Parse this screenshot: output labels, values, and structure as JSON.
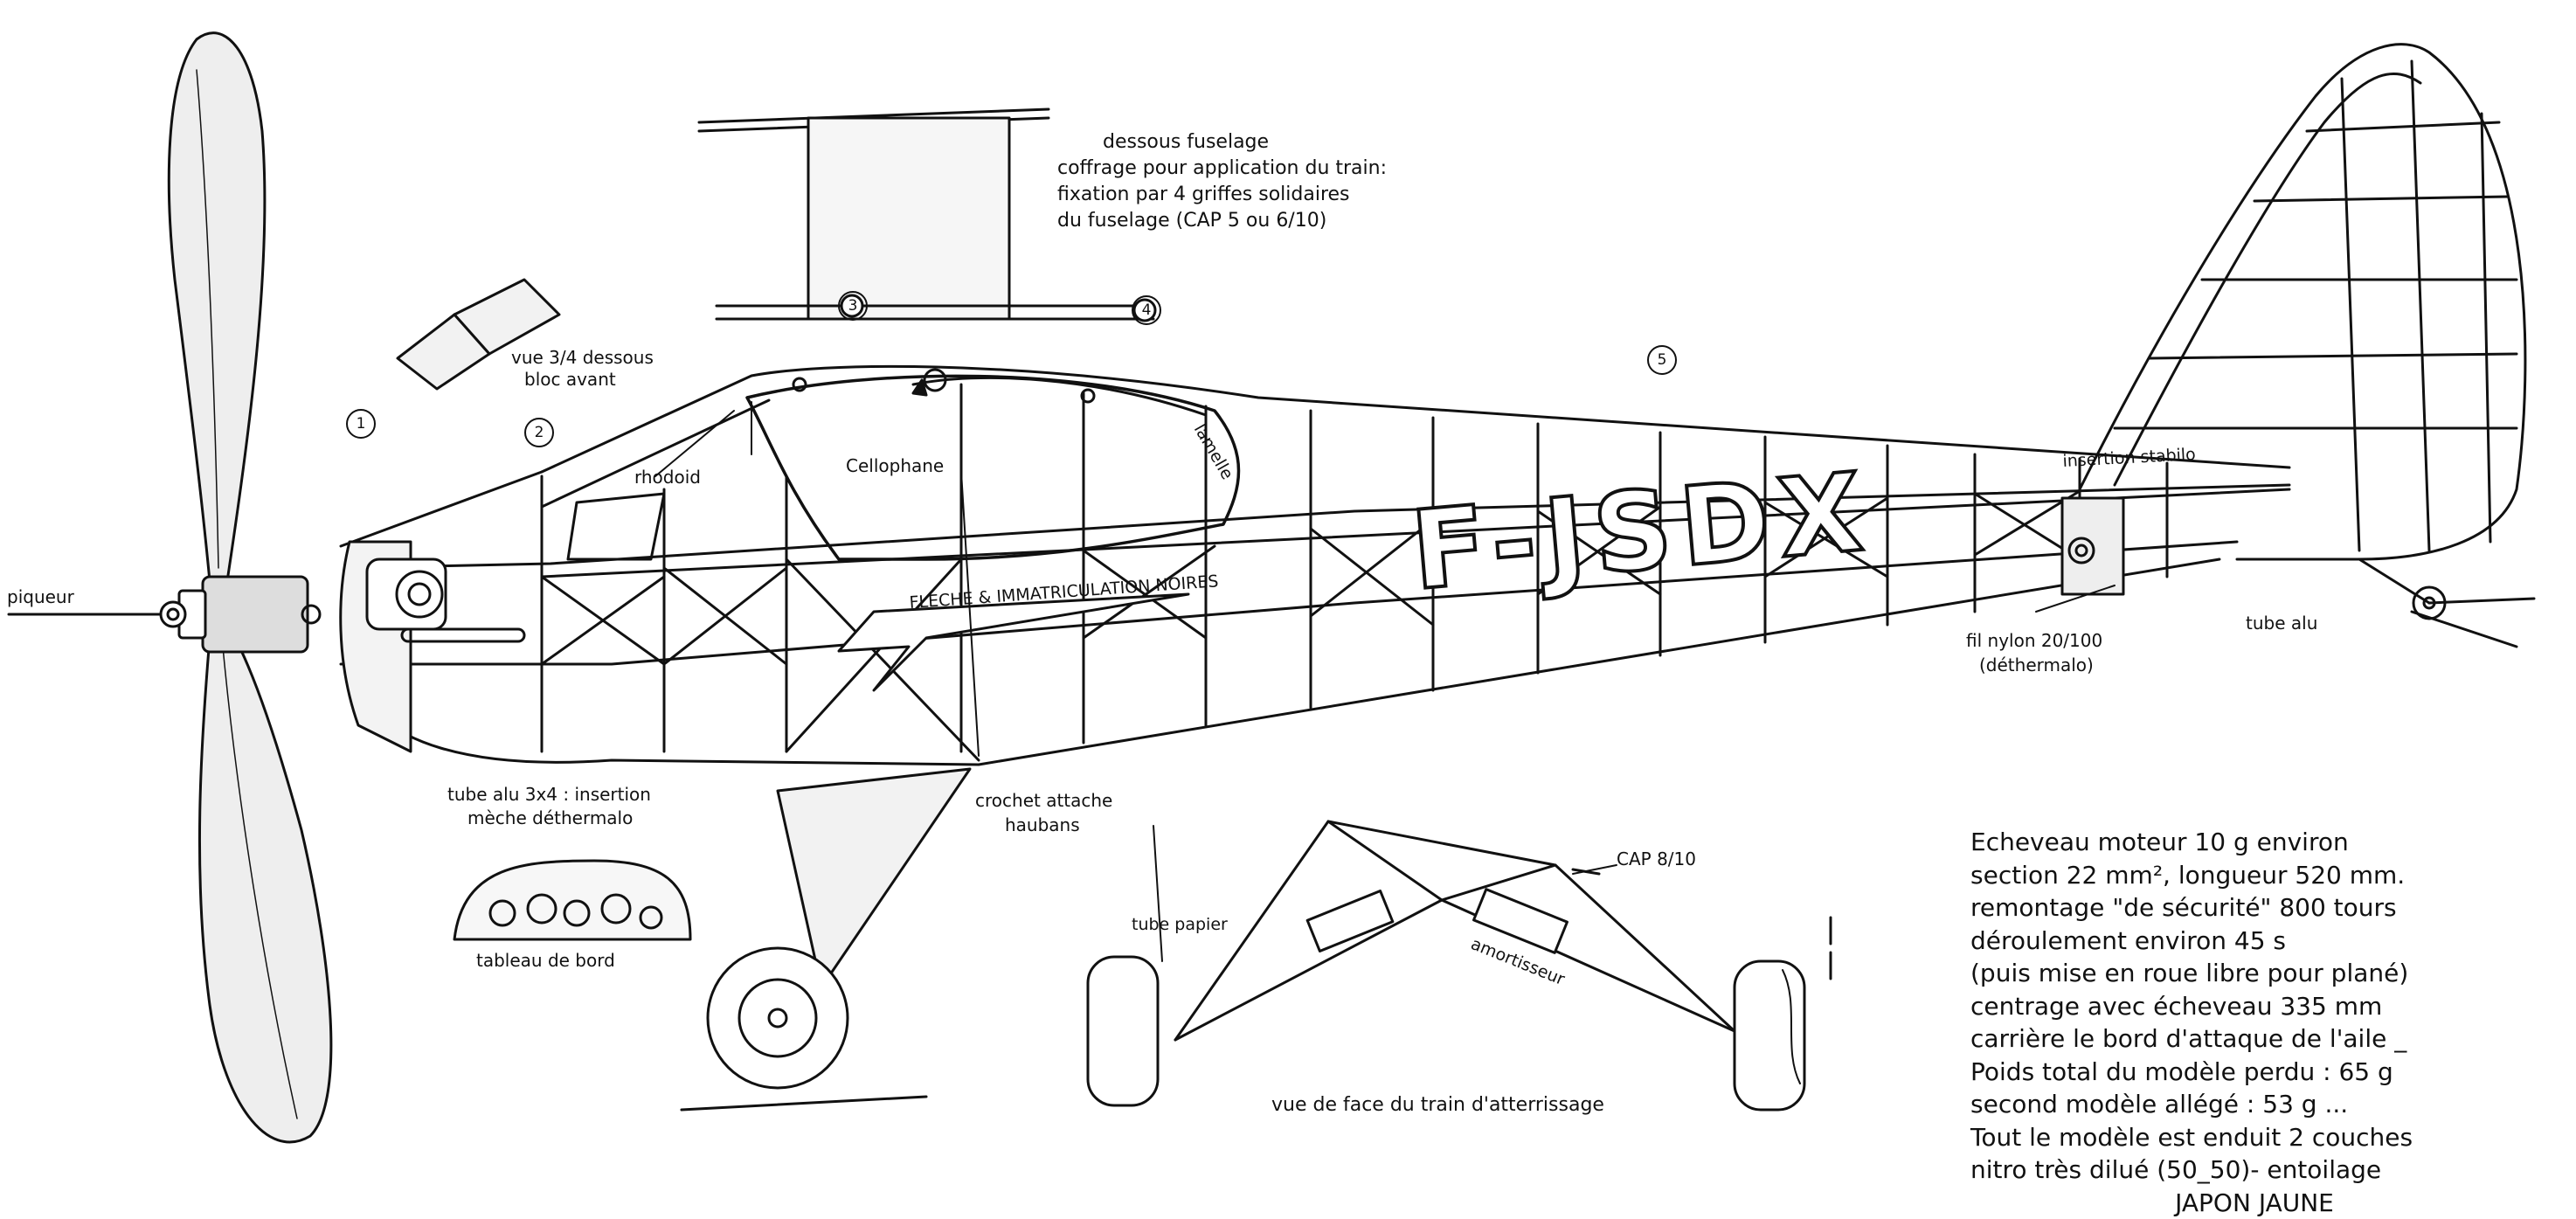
{
  "labels": {
    "piqueur": "piqueur",
    "dessous_title": "dessous fuselage",
    "dessous_l2": "coffrage pour application du train:",
    "dessous_l3": "fixation par 4 griffes solidaires",
    "dessous_l4": "du fuselage  (CAP 5 ou 6/10)",
    "vue34_l1": "vue 3/4 dessous",
    "vue34_l2": "bloc avant",
    "rhodoid": "rhodoid",
    "cellophane": "Cellophane",
    "lamelle": "lamelle",
    "registration": "F-JSDX",
    "fleche": "FLECHE & IMMATRICULATION NOIRES",
    "insertion_stabilo": "insertion stabilo",
    "fil_nylon_l1": "fil nylon 20/100",
    "fil_nylon_l2": "(déthermalo)",
    "tube_alu": "tube alu",
    "tube_alu34_l1": "tube alu 3x4 : insertion",
    "tube_alu34_l2": "mèche déthermalo",
    "crochet_l1": "crochet attache",
    "crochet_l2": "haubans",
    "tableau": "tableau de bord",
    "cap810": "CAP 8/10",
    "tube_papier": "tube papier",
    "amortisseur": "amortisseur",
    "vue_face": "vue de face du train d'atterrissage"
  },
  "markers": [
    "1",
    "2",
    "3",
    "4",
    "5"
  ],
  "notes": [
    "Echeveau moteur  10 g environ",
    "section  22 mm², longueur 520 mm.",
    "remontage \"de sécurité\" 800 tours",
    "déroulement environ  45 s",
    "(puis mise en roue libre pour plané)",
    "centrage avec écheveau 335 mm",
    "carrière le bord d'attaque de l'aile _",
    "Poids total du modèle perdu : 65 g",
    "second modèle allégé  :  53 g ...",
    "Tout le modèle est enduit  2 couches",
    "nitro très dilué (50_50)- entoilage",
    "JAPON  JAUNE"
  ]
}
